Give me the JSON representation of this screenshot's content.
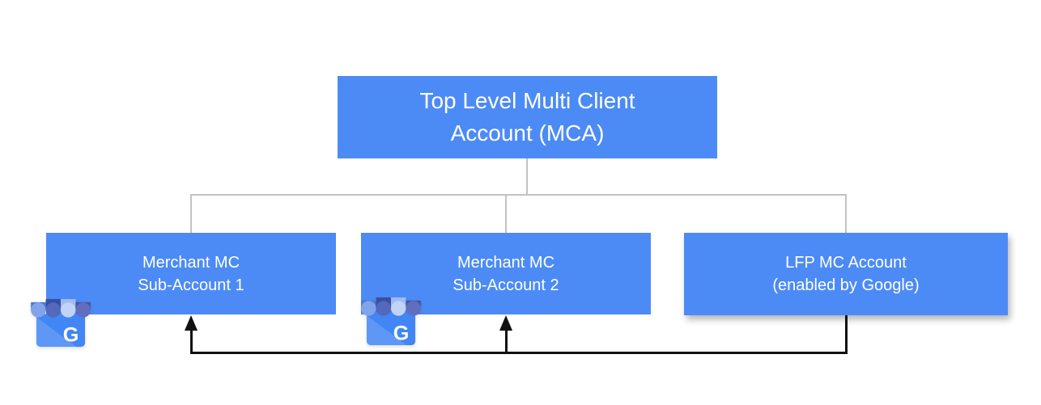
{
  "colors": {
    "box_blue": "#4C8BF5",
    "connector_gray": "#C2C2C2",
    "arrow_black": "#111111",
    "text_white": "#FFFFFF"
  },
  "nodes": {
    "root": {
      "line1": "Top Level Multi Client",
      "line2": "Account (MCA)"
    },
    "sub1": {
      "line1": "Merchant MC",
      "line2": "Sub-Account 1"
    },
    "sub2": {
      "line1": "Merchant MC",
      "line2": "Sub-Account 2"
    },
    "lfp": {
      "line1": "LFP MC Account",
      "line2": "(enabled by Google)"
    }
  },
  "icons": {
    "business_profile": {
      "letter": "G"
    }
  }
}
